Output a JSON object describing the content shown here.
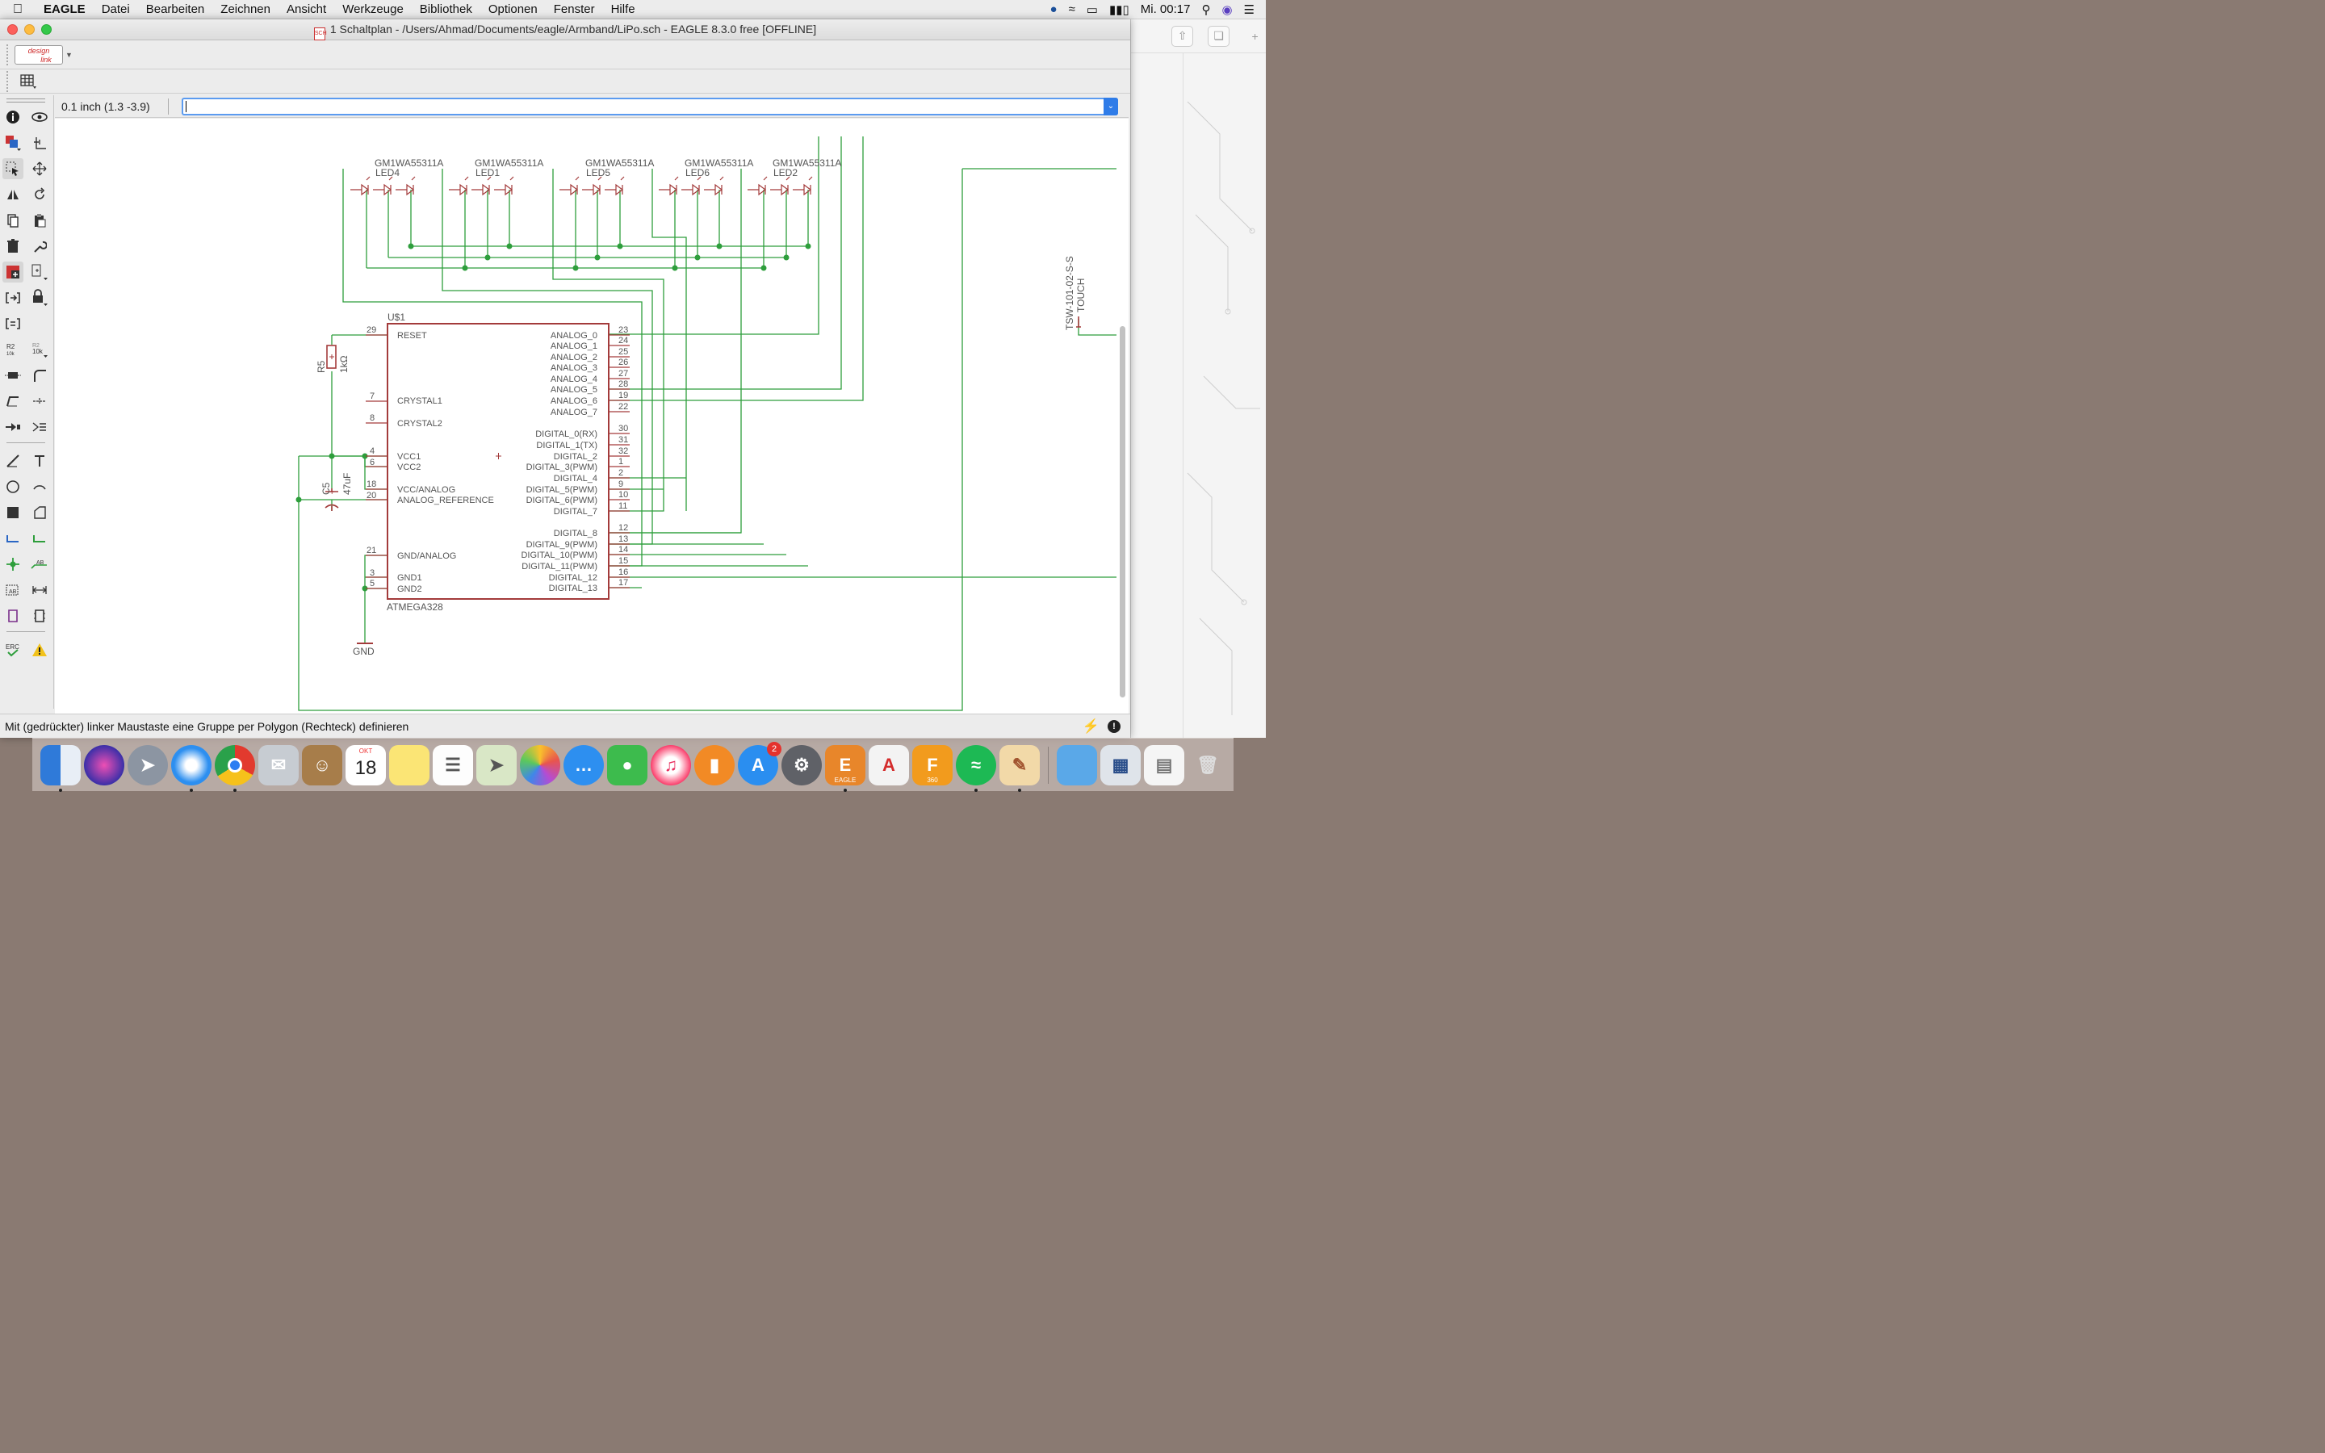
{
  "menubar": {
    "app": "EAGLE",
    "items": [
      "Datei",
      "Bearbeiten",
      "Zeichnen",
      "Ansicht",
      "Werkzeuge",
      "Bibliothek",
      "Optionen",
      "Fenster",
      "Hilfe"
    ],
    "clock": "Mi. 00:17"
  },
  "window": {
    "title": "1 Schaltplan - /Users/Ahmad/Documents/eagle/Armband/LiPo.sch - EAGLE 8.3.0 free [OFFLINE]",
    "designlink_label_1": "design",
    "designlink_label_2": "link"
  },
  "coord": {
    "display": "0.1 inch (1.3 -3.9)",
    "command_value": ""
  },
  "status": {
    "message": "Mit (gedrückter) linker Maustaste eine Gruppe per Polygon (Rechteck) definieren"
  },
  "schematic": {
    "leds": [
      {
        "value": "GM1WA55311A",
        "name": "LED4"
      },
      {
        "value": "GM1WA55311A",
        "name": "LED1"
      },
      {
        "value": "GM1WA55311A",
        "name": "LED5"
      },
      {
        "value": "GM1WA55311A",
        "name": "LED6"
      },
      {
        "value": "GM1WA55311A",
        "name": "LED2"
      }
    ],
    "ic": {
      "name": "U$1",
      "value": "ATMEGA328",
      "left_pins": [
        {
          "num": "29",
          "label": "RESET"
        },
        {
          "num": "7",
          "label": "CRYSTAL1"
        },
        {
          "num": "8",
          "label": "CRYSTAL2"
        },
        {
          "num": "4",
          "label": "VCC1"
        },
        {
          "num": "6",
          "label": "VCC2"
        },
        {
          "num": "18",
          "label": "VCC/ANALOG"
        },
        {
          "num": "20",
          "label": "ANALOG_REFERENCE"
        },
        {
          "num": "21",
          "label": "GND/ANALOG"
        },
        {
          "num": "3",
          "label": "GND1"
        },
        {
          "num": "5",
          "label": "GND2"
        }
      ],
      "right_pins": [
        {
          "num": "23",
          "label": "ANALOG_0"
        },
        {
          "num": "24",
          "label": "ANALOG_1"
        },
        {
          "num": "25",
          "label": "ANALOG_2"
        },
        {
          "num": "26",
          "label": "ANALOG_3"
        },
        {
          "num": "27",
          "label": "ANALOG_4"
        },
        {
          "num": "28",
          "label": "ANALOG_5"
        },
        {
          "num": "19",
          "label": "ANALOG_6"
        },
        {
          "num": "22",
          "label": "ANALOG_7"
        },
        {
          "num": "30",
          "label": "DIGITAL_0(RX)"
        },
        {
          "num": "31",
          "label": "DIGITAL_1(TX)"
        },
        {
          "num": "32",
          "label": "DIGITAL_2"
        },
        {
          "num": "1",
          "label": "DIGITAL_3(PWM)"
        },
        {
          "num": "2",
          "label": "DIGITAL_4"
        },
        {
          "num": "9",
          "label": "DIGITAL_5(PWM)"
        },
        {
          "num": "10",
          "label": "DIGITAL_6(PWM)"
        },
        {
          "num": "11",
          "label": "DIGITAL_7"
        },
        {
          "num": "12",
          "label": "DIGITAL_8"
        },
        {
          "num": "13",
          "label": "DIGITAL_9(PWM)"
        },
        {
          "num": "14",
          "label": "DIGITAL_10(PWM)"
        },
        {
          "num": "15",
          "label": "DIGITAL_11(PWM)"
        },
        {
          "num": "16",
          "label": "DIGITAL_12"
        },
        {
          "num": "17",
          "label": "DIGITAL_13"
        }
      ]
    },
    "r5": {
      "name": "R5",
      "value": "1kΩ"
    },
    "c5": {
      "name": "C5",
      "value": "47uF"
    },
    "gnd": "GND",
    "touch": {
      "value": "TSW-101-02-S-S",
      "name": "TOUCH"
    },
    "colors": {
      "net": "#2e9e3c",
      "part": "#a33b3b",
      "text": "#555555"
    }
  },
  "dock": {
    "calendar_month": "OKT",
    "calendar_day": "18",
    "appstore_badge": "2",
    "eagle_label": "EAGLE",
    "fusion_label": "360"
  }
}
